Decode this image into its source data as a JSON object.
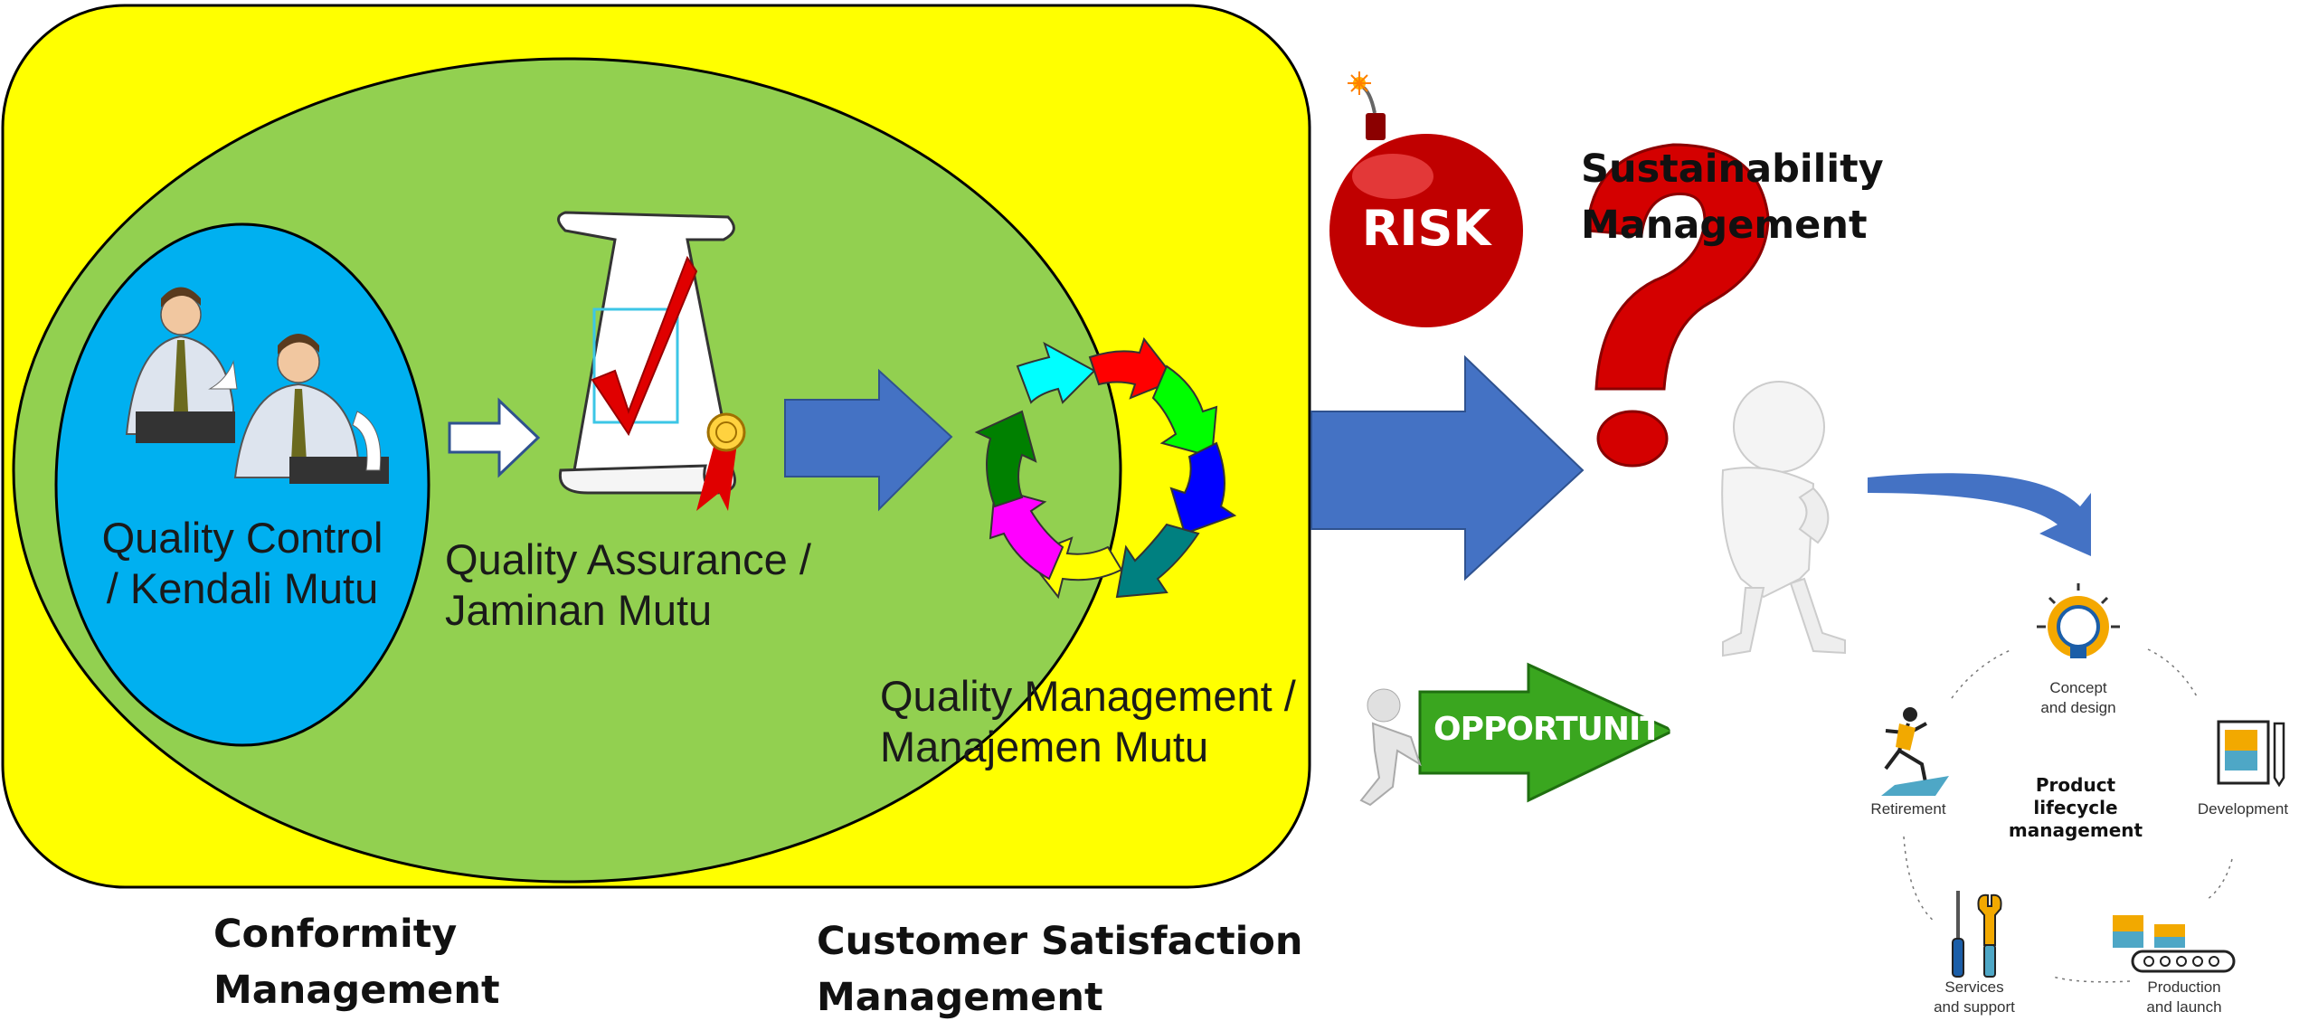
{
  "colors": {
    "yellow": "#ffff00",
    "green": "#92d050",
    "blue": "#00b0f0",
    "arrow_blue": "#4472c4",
    "risk_red": "#c00000",
    "opportunity_green": "#3aa61f"
  },
  "labels": {
    "quality_control": [
      "Quality Control",
      "/ Kendali Mutu"
    ],
    "quality_assurance": [
      "Quality Assurance /",
      "Jaminan Mutu"
    ],
    "quality_management": [
      "Quality Management /",
      "Manajemen Mutu"
    ],
    "conformity": [
      "Conformity",
      "Management"
    ],
    "customer_satisfaction": [
      "Customer Satisfaction",
      "Management"
    ],
    "sustainability": [
      "Sustainability",
      "Management"
    ],
    "risk": "RISK",
    "opportunity": "OPPORTUNITY"
  },
  "plm": {
    "center": [
      "Product",
      "lifecycle",
      "management"
    ],
    "stages": {
      "concept": [
        "Concept",
        "and design"
      ],
      "development": [
        "Development"
      ],
      "production": [
        "Production",
        "and launch"
      ],
      "services": [
        "Services",
        "and support"
      ],
      "retirement": [
        "Retirement"
      ]
    }
  },
  "icons": [
    "workers-icon",
    "certificate-scroll-icon",
    "cycle-arrows-icon",
    "risk-bomb-icon",
    "question-mark-figure-icon",
    "opportunity-arrow-icon",
    "lightbulb-icon",
    "notepad-icon",
    "conveyor-icon",
    "tools-icon",
    "runner-icon"
  ]
}
